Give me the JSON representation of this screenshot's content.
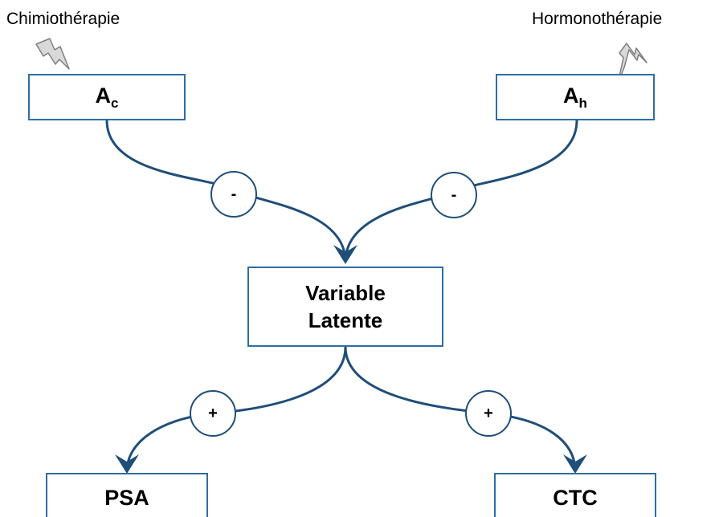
{
  "labels": {
    "chemo": "Chimiothérapie",
    "hormono": "Hormonothérapie"
  },
  "nodes": {
    "ac": {
      "main": "A",
      "sub": "c"
    },
    "ah": {
      "main": "A",
      "sub": "h"
    },
    "latent": {
      "line1": "Variable",
      "line2": "Latente"
    },
    "psa": {
      "label": "PSA"
    },
    "ctc": {
      "label": "CTC"
    }
  },
  "edges": {
    "ac_to_latent": "-",
    "ah_to_latent": "-",
    "latent_to_psa": "+",
    "latent_to_ctc": "+"
  },
  "colors": {
    "box_border": "#2e6da4",
    "arrow": "#1f4e79",
    "lightning_fill": "#d9d9d9",
    "lightning_stroke": "#7f7f7f"
  }
}
